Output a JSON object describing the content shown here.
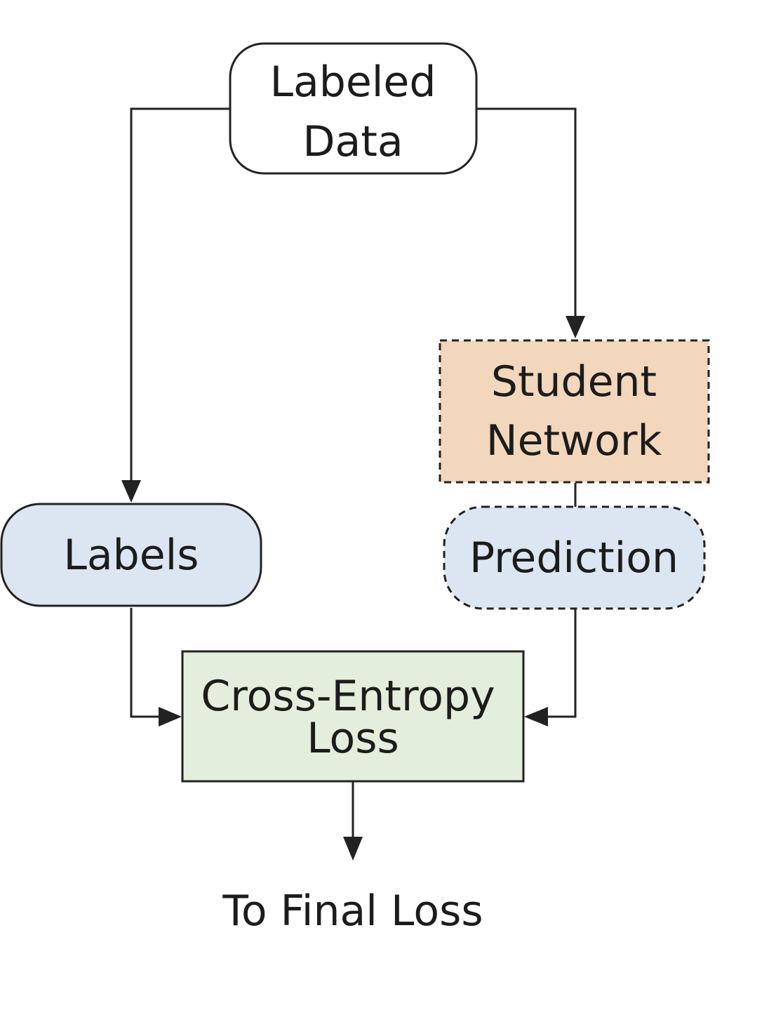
{
  "nodes": {
    "labeled_data": {
      "line1": "Labeled",
      "line2": "Data",
      "fill": "#ffffff",
      "stroke": "#222222"
    },
    "student_network": {
      "line1": "Student",
      "line2": "Network",
      "fill": "#f2d7bc",
      "stroke": "#222222"
    },
    "prediction": {
      "label": "Prediction",
      "fill": "#dce6f2",
      "stroke": "#222222"
    },
    "labels": {
      "label": "Labels",
      "fill": "#dce6f2",
      "stroke": "#222222"
    },
    "cross_entropy_loss": {
      "line1": "Cross-Entropy",
      "line2": "Loss",
      "fill": "#e3efdc",
      "stroke": "#222222"
    },
    "to_final_loss": {
      "label": "To Final Loss"
    }
  },
  "edges": [
    {
      "from": "labeled_data",
      "to": "labels",
      "style": "solid"
    },
    {
      "from": "labeled_data",
      "to": "student_network",
      "style": "solid"
    },
    {
      "from": "student_network",
      "to": "prediction",
      "style": "solid"
    },
    {
      "from": "labels",
      "to": "cross_entropy_loss",
      "style": "solid"
    },
    {
      "from": "prediction",
      "to": "cross_entropy_loss",
      "style": "solid"
    },
    {
      "from": "cross_entropy_loss",
      "to": "to_final_loss",
      "style": "solid"
    }
  ]
}
